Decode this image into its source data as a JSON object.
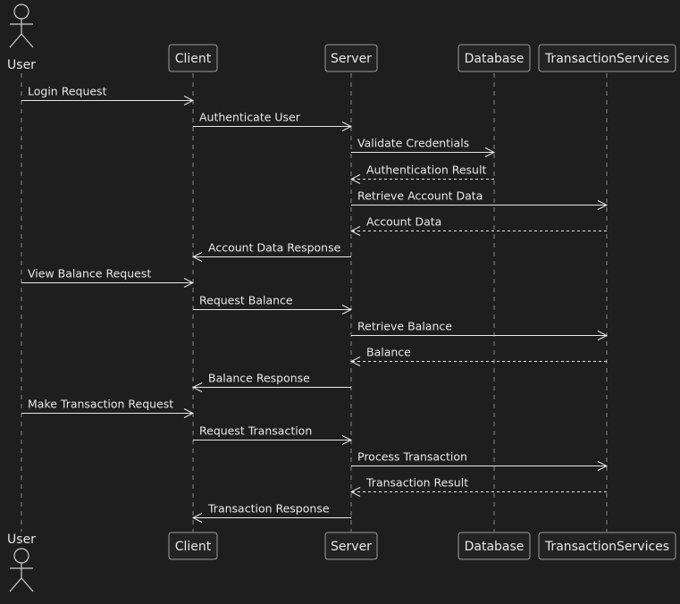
{
  "participants": [
    {
      "id": "user",
      "label": "User",
      "kind": "actor"
    },
    {
      "id": "client",
      "label": "Client",
      "kind": "participant"
    },
    {
      "id": "server",
      "label": "Server",
      "kind": "participant"
    },
    {
      "id": "database",
      "label": "Database",
      "kind": "participant"
    },
    {
      "id": "txsvc",
      "label": "TransactionServices",
      "kind": "participant"
    }
  ],
  "messages": [
    {
      "from": "user",
      "to": "client",
      "label": "Login Request",
      "style": "solid"
    },
    {
      "from": "client",
      "to": "server",
      "label": "Authenticate User",
      "style": "solid"
    },
    {
      "from": "server",
      "to": "database",
      "label": "Validate Credentials",
      "style": "solid"
    },
    {
      "from": "database",
      "to": "server",
      "label": "Authentication Result",
      "style": "dashed"
    },
    {
      "from": "server",
      "to": "txsvc",
      "label": "Retrieve Account Data",
      "style": "solid"
    },
    {
      "from": "txsvc",
      "to": "server",
      "label": "Account Data",
      "style": "dashed"
    },
    {
      "from": "server",
      "to": "client",
      "label": "Account Data Response",
      "style": "solid"
    },
    {
      "from": "user",
      "to": "client",
      "label": "View Balance Request",
      "style": "solid"
    },
    {
      "from": "client",
      "to": "server",
      "label": "Request Balance",
      "style": "solid"
    },
    {
      "from": "server",
      "to": "txsvc",
      "label": "Retrieve Balance",
      "style": "solid"
    },
    {
      "from": "txsvc",
      "to": "server",
      "label": "Balance",
      "style": "dashed"
    },
    {
      "from": "server",
      "to": "client",
      "label": "Balance Response",
      "style": "solid"
    },
    {
      "from": "user",
      "to": "client",
      "label": "Make Transaction Request",
      "style": "solid"
    },
    {
      "from": "client",
      "to": "server",
      "label": "Request Transaction",
      "style": "solid"
    },
    {
      "from": "server",
      "to": "txsvc",
      "label": "Process Transaction",
      "style": "solid"
    },
    {
      "from": "txsvc",
      "to": "server",
      "label": "Transaction Result",
      "style": "dashed"
    },
    {
      "from": "server",
      "to": "client",
      "label": "Transaction Response",
      "style": "solid"
    }
  ]
}
